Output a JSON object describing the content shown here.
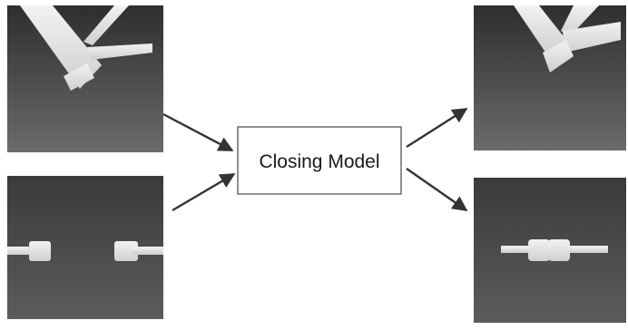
{
  "diagram": {
    "center_box": {
      "label": "Closing Model"
    },
    "inputs": [
      {
        "id": "input-top",
        "content": "gripper-open-angled-render"
      },
      {
        "id": "input-bottom",
        "content": "gripper-open-side-render"
      }
    ],
    "outputs": [
      {
        "id": "output-top",
        "content": "gripper-closed-angled-render"
      },
      {
        "id": "output-bottom",
        "content": "gripper-closed-side-render"
      }
    ],
    "colors": {
      "box_border": "#555555",
      "arrow": "#333333",
      "panel_top": "#2e2e2e",
      "panel_bottom": "#6b6b6b",
      "gripper": "#e8e8e8"
    }
  }
}
